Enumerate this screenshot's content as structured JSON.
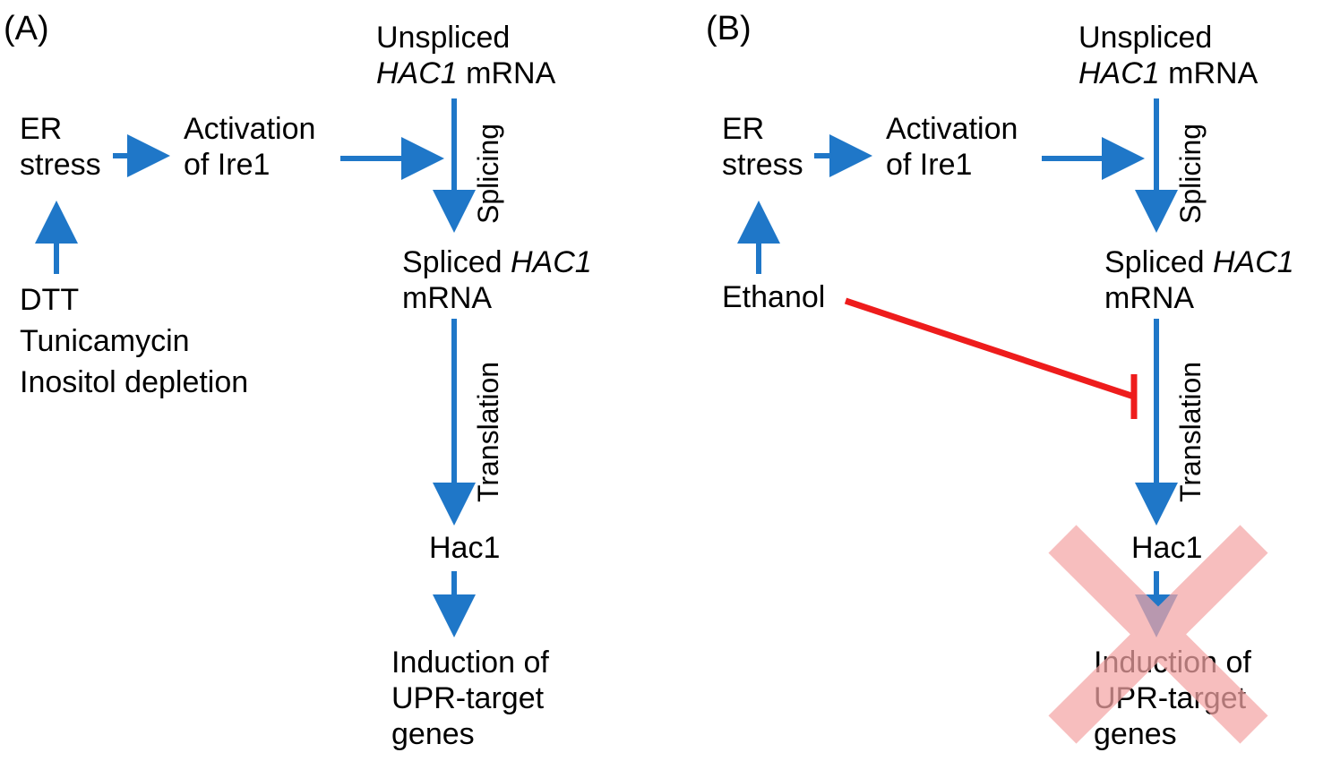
{
  "panels": {
    "a": {
      "label": "(A)",
      "er_stress": [
        "ER",
        "stress"
      ],
      "activation": [
        "Activation",
        "of Ire1"
      ],
      "unspliced": {
        "line1": "Unspliced",
        "gene": "HAC1",
        "rest": " mRNA"
      },
      "splicing": "Splicing",
      "spliced": {
        "prefix": "Spliced ",
        "gene": "HAC1",
        "line2": "mRNA"
      },
      "translation": "Translation",
      "hac1": "Hac1",
      "induction": [
        "Induction of",
        "UPR-target",
        "genes"
      ],
      "inducers": [
        "DTT",
        "Tunicamycin",
        "Inositol depletion"
      ]
    },
    "b": {
      "label": "(B)",
      "er_stress": [
        "ER",
        "stress"
      ],
      "activation": [
        "Activation",
        "of Ire1"
      ],
      "unspliced": {
        "line1": "Unspliced",
        "gene": "HAC1",
        "rest": " mRNA"
      },
      "splicing": "Splicing",
      "spliced": {
        "prefix": "Spliced ",
        "gene": "HAC1",
        "line2": "mRNA"
      },
      "translation": "Translation",
      "hac1": "Hac1",
      "induction": [
        "Induction of",
        "UPR-target",
        "genes"
      ],
      "inhibitor": "Ethanol"
    }
  },
  "colors": {
    "arrow": "#1f77c8",
    "inhibition": "#ee1c1c",
    "cross": "#f4a6a6"
  }
}
